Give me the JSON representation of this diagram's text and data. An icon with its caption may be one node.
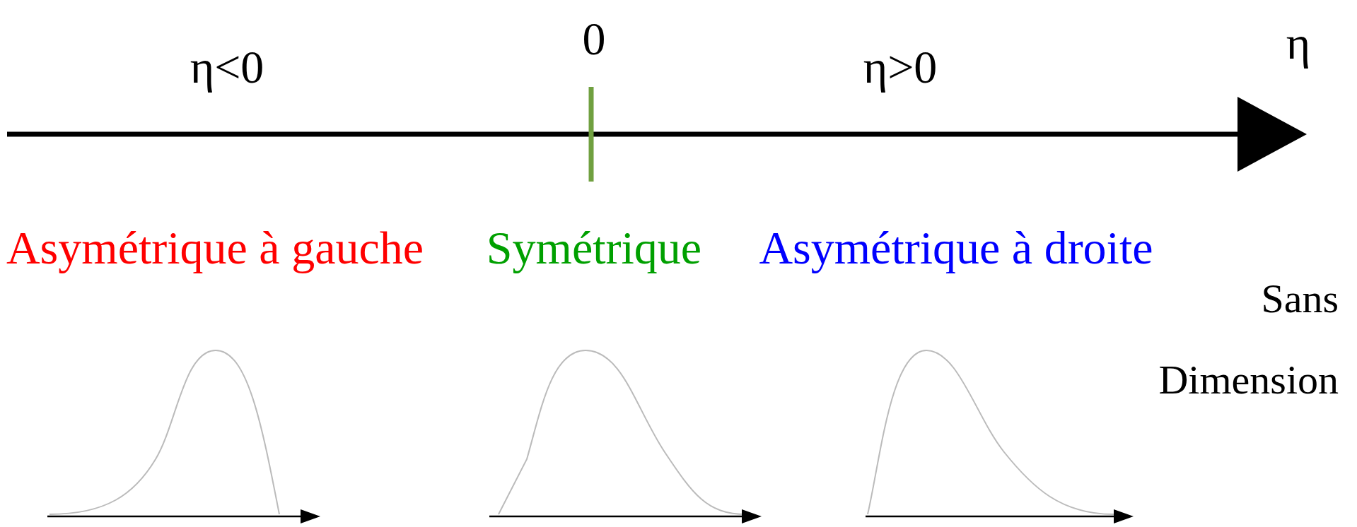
{
  "diagram": {
    "labels": [
      "η<0",
      "0",
      "η>0",
      "η",
      "Asymétrique à gauche",
      "Symétrique",
      "Asymétrique à droite",
      "Sans Dimension"
    ]
  }
}
